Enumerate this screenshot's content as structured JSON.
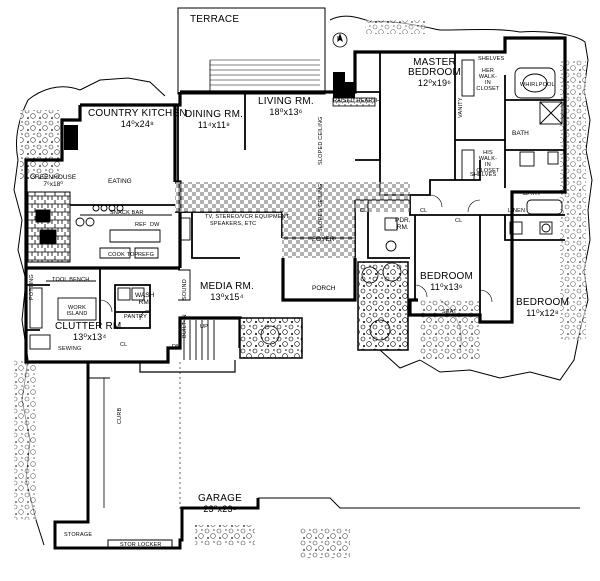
{
  "plan": {
    "rooms": {
      "terrace": {
        "name": "TERRACE"
      },
      "master_bedroom": {
        "name": "MASTER",
        "name2": "BEDROOM",
        "dim": "12⁰x19⁶"
      },
      "country_kitchen": {
        "name": "COUNTRY KITCHEN",
        "dim": "14⁰x24⁸"
      },
      "dining": {
        "name": "DINING RM.",
        "dim": "11⁴x11⁸"
      },
      "living": {
        "name": "LIVING RM.",
        "dim": "18⁰x13⁶"
      },
      "greenhouse": {
        "name": "GREENHOUSE",
        "dim": "7⁶x18⁰"
      },
      "eating": {
        "name": "EATING"
      },
      "bath_master": {
        "name": "BATH"
      },
      "bath_2": {
        "name": "BATH"
      },
      "foyer": {
        "name": "FOYER"
      },
      "pdr": {
        "name": "PDR.",
        "name2": "RM."
      },
      "media": {
        "name": "MEDIA RM.",
        "dim": "13⁰x15⁴"
      },
      "porch": {
        "name": "PORCH"
      },
      "bedroom_1": {
        "name": "BEDROOM",
        "dim": "11⁰x13⁶"
      },
      "bedroom_2": {
        "name": "BEDROOM",
        "dim": "11⁰x12⁸"
      },
      "clutter": {
        "name": "CLUTTER RM.",
        "dim": "13⁰x13⁴"
      },
      "wash": {
        "name": "WASH",
        "name2": "RM."
      },
      "garage": {
        "name": "GARAGE",
        "dim": "23⁰x23⁸"
      }
    },
    "fixtures": {
      "raised_hearth": "RAISED HEARTH",
      "sloped_ceiling_1": "SLOPED CEILING",
      "sloped_ceiling_2": "SLOPED CEILING",
      "shelves_1": "SHELVES",
      "shelves_2": "SHELVES",
      "her_closet": "HER WALK-IN CLOSET",
      "his_closet": "HIS WALK-IN CLOSET",
      "whirlpool": "WHIRLPOOL",
      "vanity": "VANITY",
      "linen": "LINEN",
      "snack_bar": "SNACK BAR",
      "ref": "REF",
      "dw": "DW",
      "cook_top": "COOK TOP",
      "refg": "REFG",
      "tool_bench": "TOOL BENCH",
      "work_island": "WORK ISLAND",
      "pantry": "PANTRY",
      "potting": "POTTING",
      "sewing": "SEWING",
      "tv_stereo": "TV, STEREO/VCR EQUIPMENT",
      "speakers": "SPEAKERS, ETC",
      "sound": "SOUND",
      "builtin": "BUILT-IN",
      "seat": "SEAT",
      "storage": "STORAGE",
      "stor_locker": "STOR LOCKER",
      "curb": "CURB",
      "cl": "CL",
      "dn": "DN",
      "up": "UP",
      "north": "N"
    }
  }
}
